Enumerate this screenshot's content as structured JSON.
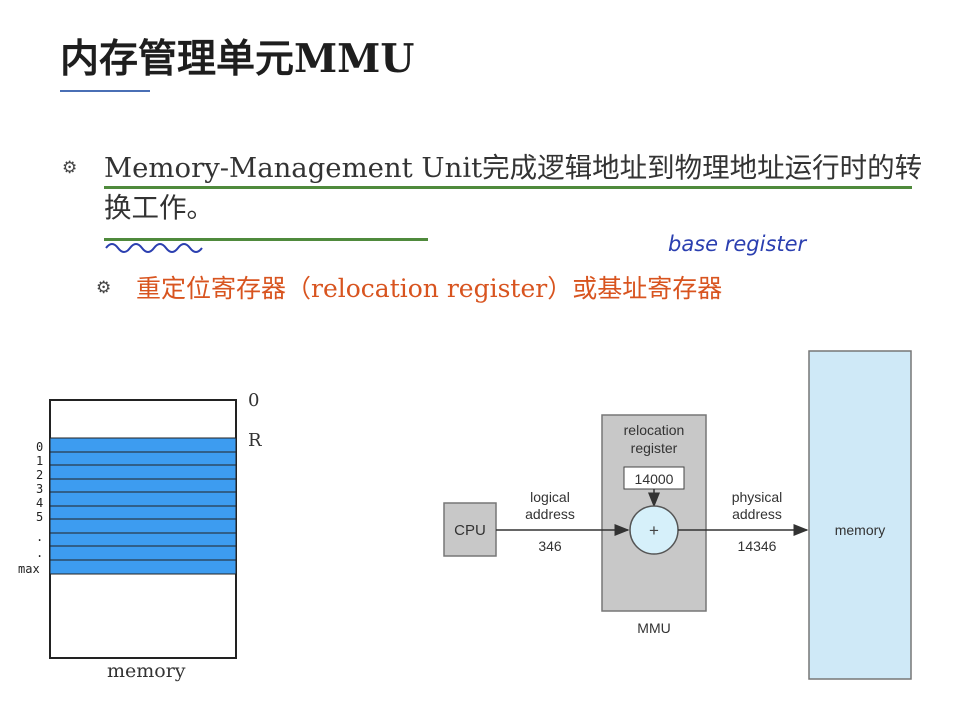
{
  "slide": {
    "title": "内存管理单元MMU",
    "bullet1": "Memory-Management Unit完成逻辑地址到物理地址运行时的转换工作。",
    "bullet2": "重定位寄存器（relocation register）或基址寄存器",
    "handwritten_note": "base register",
    "bullet_icon": "gear-bullet-icon"
  },
  "left_memory": {
    "label": "memory",
    "top_marker": "0",
    "r_marker": "R",
    "indices": [
      "0",
      "1",
      "2",
      "3",
      "4",
      "5",
      ".",
      ".",
      "max"
    ],
    "block_color": "#3d9cf0"
  },
  "mmu_diagram": {
    "cpu_label": "CPU",
    "logical_label_1": "logical",
    "logical_label_2": "address",
    "logical_value": "346",
    "relocation_label_1": "relocation",
    "relocation_label_2": "register",
    "relocation_value": "14000",
    "plus_sign": "+",
    "physical_label_1": "physical",
    "physical_label_2": "address",
    "physical_value": "14346",
    "mmu_label": "MMU",
    "memory_label": "memory",
    "colors": {
      "mmu_fill": "#c8c8c8",
      "memory_fill": "#cfe9f7",
      "adder_fill": "#d6f0fa",
      "accent_title_line": "#4a6fb5",
      "highlight_line": "#4f8a3c",
      "orange_text": "#d8541f",
      "handwriting": "#2b3fb0"
    }
  }
}
